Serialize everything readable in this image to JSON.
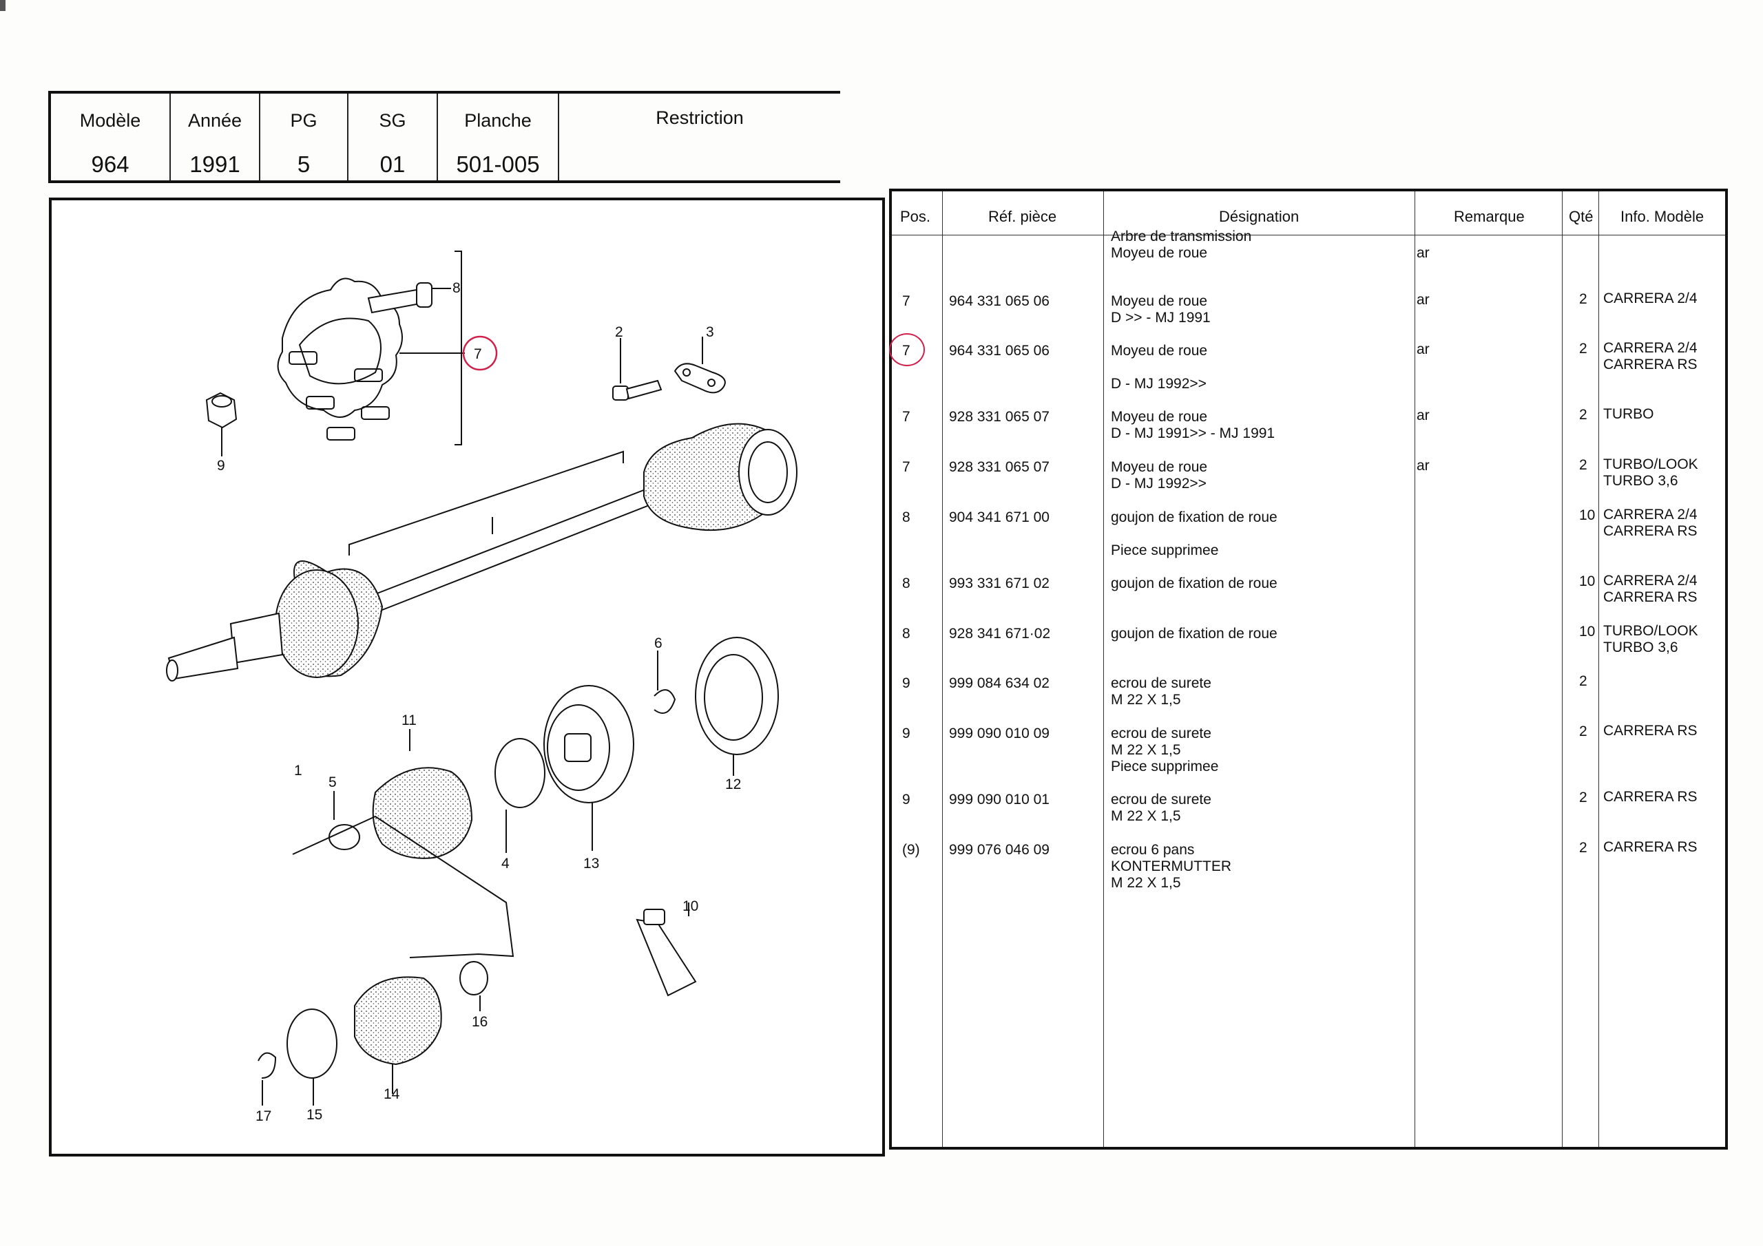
{
  "header": {
    "cells": [
      {
        "label": "Modèle",
        "value": "964"
      },
      {
        "label": "Année",
        "value": "1991"
      },
      {
        "label": "PG",
        "value": "5"
      },
      {
        "label": "SG",
        "value": "01"
      },
      {
        "label": "Planche",
        "value": "501-005"
      },
      {
        "label": "Restriction",
        "value": ""
      }
    ]
  },
  "diagram": {
    "callouts": [
      "1",
      "2",
      "3",
      "4",
      "5",
      "6",
      "7",
      "8",
      "9",
      "10",
      "11",
      "12",
      "13",
      "14",
      "15",
      "16",
      "17"
    ]
  },
  "parts_table": {
    "columns": [
      "Pos.",
      "Réf. pièce",
      "Désignation",
      "Remarque",
      "Qté",
      "Info. Modèle"
    ],
    "rows": [
      {
        "pos": "",
        "ref": "",
        "designation": [
          "Arbre de transmission",
          "Moyeu de roue"
        ],
        "remark": "ar",
        "qty": "",
        "model": []
      },
      {
        "pos": "7",
        "ref": "964 331 065 06",
        "designation": [
          "Moyeu de roue",
          "D            >> -    MJ 1991"
        ],
        "remark": "ar",
        "qty": "2",
        "model": [
          "CARRERA 2/4"
        ]
      },
      {
        "pos": "7",
        "ref": "964 331 065 06",
        "designation": [
          "Moyeu de roue",
          "",
          "D -    MJ 1992>>"
        ],
        "remark": "ar",
        "qty": "2",
        "model": [
          "CARRERA 2/4",
          "CARRERA RS"
        ],
        "circled": true
      },
      {
        "pos": "7",
        "ref": "928 331 065 07",
        "designation": [
          "Moyeu de roue",
          "D -    MJ 1991>> -    MJ 1991"
        ],
        "remark": "ar",
        "qty": "2",
        "model": [
          "TURBO"
        ]
      },
      {
        "pos": "7",
        "ref": "928 331 065 07",
        "designation": [
          "Moyeu de roue",
          "D -    MJ 1992>>"
        ],
        "remark": "ar",
        "qty": "2",
        "model": [
          "TURBO/LOOK",
          "TURBO 3,6"
        ]
      },
      {
        "pos": "8",
        "ref": "904 341 671 00",
        "designation": [
          "goujon de fixation de roue",
          "",
          "Piece supprimee"
        ],
        "remark": "",
        "qty": "10",
        "model": [
          "CARRERA 2/4",
          "CARRERA RS"
        ]
      },
      {
        "pos": "8",
        "ref": "993 331 671 02",
        "designation": [
          "goujon de fixation de roue"
        ],
        "remark": "",
        "qty": "10",
        "model": [
          "CARRERA 2/4",
          "CARRERA RS"
        ]
      },
      {
        "pos": "8",
        "ref": "928 341 671·02",
        "designation": [
          "goujon de fixation de roue"
        ],
        "remark": "",
        "qty": "10",
        "model": [
          "TURBO/LOOK",
          "TURBO 3,6"
        ]
      },
      {
        "pos": "9",
        "ref": "999 084 634 02",
        "designation": [
          "ecrou de surete",
          "M 22 X 1,5"
        ],
        "remark": "",
        "qty": "2",
        "model": []
      },
      {
        "pos": "9",
        "ref": "999 090 010 09",
        "designation": [
          "ecrou de surete",
          "M 22 X 1,5",
          "Piece supprimee"
        ],
        "remark": "",
        "qty": "2",
        "model": [
          "CARRERA RS"
        ]
      },
      {
        "pos": "9",
        "ref": "999 090 010 01",
        "designation": [
          "ecrou de surete",
          "M 22 X 1,5"
        ],
        "remark": "",
        "qty": "2",
        "model": [
          "CARRERA RS"
        ]
      },
      {
        "pos": "(9)",
        "ref": "999 076 046 09",
        "designation": [
          "ecrou 6 pans",
          "KONTERMUTTER",
          "M 22 X 1,5"
        ],
        "remark": "",
        "qty": "2",
        "model": [
          "CARRERA RS"
        ]
      }
    ]
  },
  "colors": {
    "ink": "#111111",
    "circle_annotation": "#d0204a"
  }
}
